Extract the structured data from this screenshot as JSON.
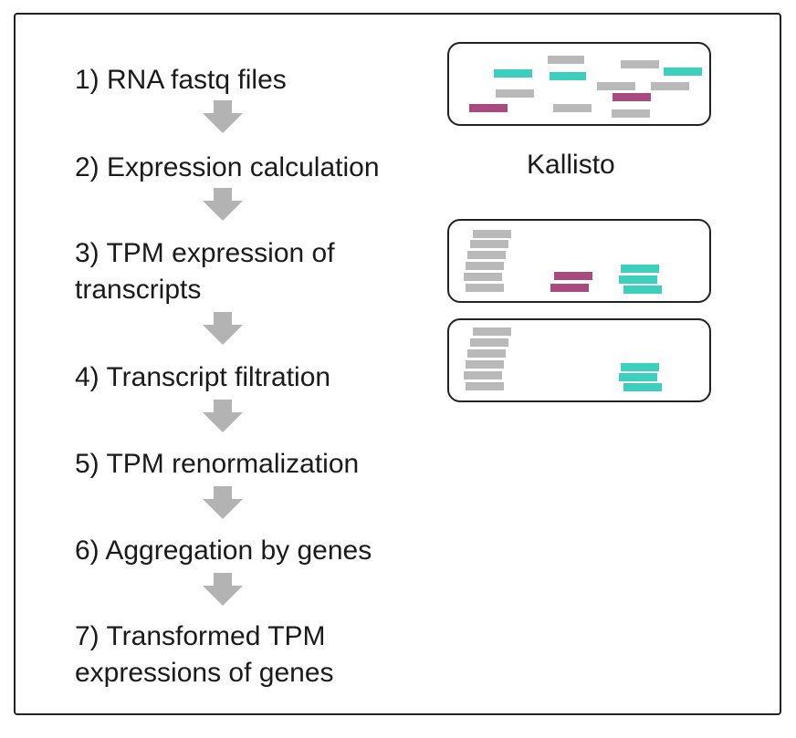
{
  "steps": [
    "1) RNA fastq files",
    "2) Expression calculation",
    "3) TPM expression of\ntranscripts",
    "4) Transcript filtration",
    "5) TPM renormalization",
    "6) Aggregation by genes",
    "7) Transformed TPM\nexpressions of genes"
  ],
  "tool_label": "Kallisto",
  "colors": {
    "teal": "#3ccfbd",
    "magenta": "#a84a80",
    "gray": "#b9b9b9",
    "arrow": "#b3b3b3",
    "border": "#222222"
  },
  "icons": {
    "flow_arrow": "down-arrow-icon"
  }
}
